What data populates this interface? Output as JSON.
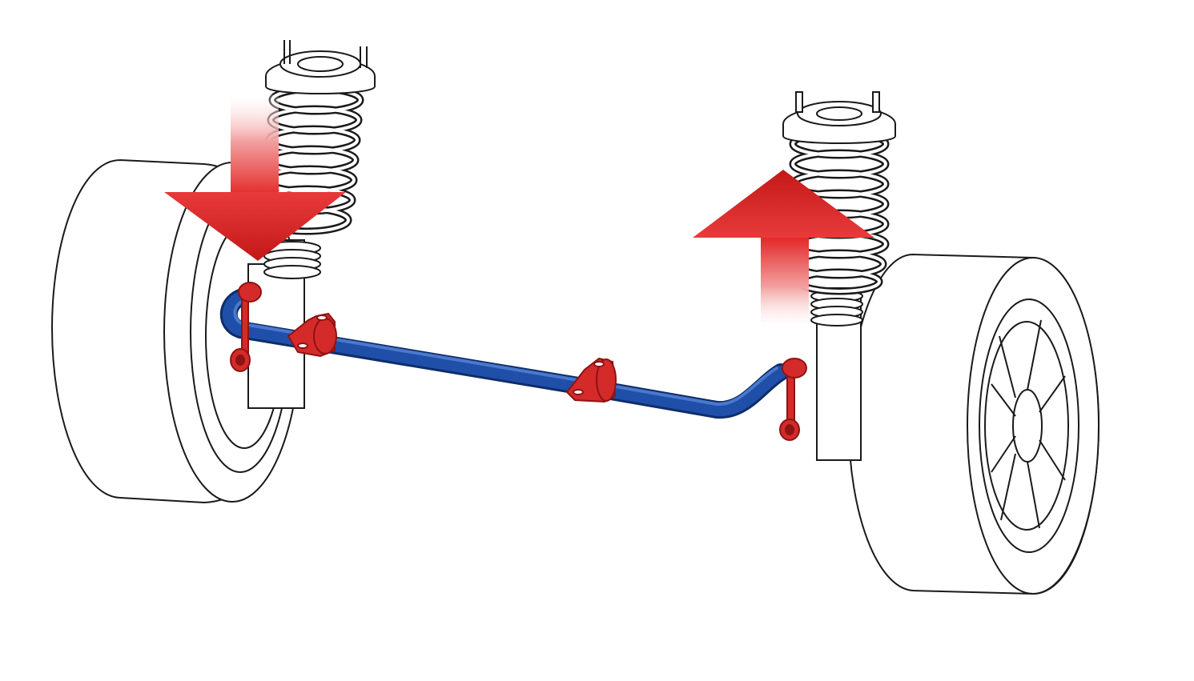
{
  "diagram": {
    "colors": {
      "background": "#ffffff",
      "line_art": "#1a1a1a",
      "stabilizer_bar": "#1f4fa8",
      "stabilizer_bar_highlight": "#4a78cc",
      "bracket_red": "#d42a2a",
      "bracket_red_dark": "#8e1414",
      "force_arrow_red": "#e32424",
      "force_arrow_fade": "#ffffff"
    },
    "force_arrows": [
      {
        "direction": "down",
        "side": "left"
      },
      {
        "direction": "up",
        "side": "right"
      }
    ],
    "components": [
      "left-wheel",
      "right-wheel",
      "left-strut-spring",
      "right-strut-spring",
      "anti-roll-bar",
      "left-end-link",
      "right-end-link",
      "left-bushing-clamp",
      "right-bushing-clamp"
    ]
  }
}
